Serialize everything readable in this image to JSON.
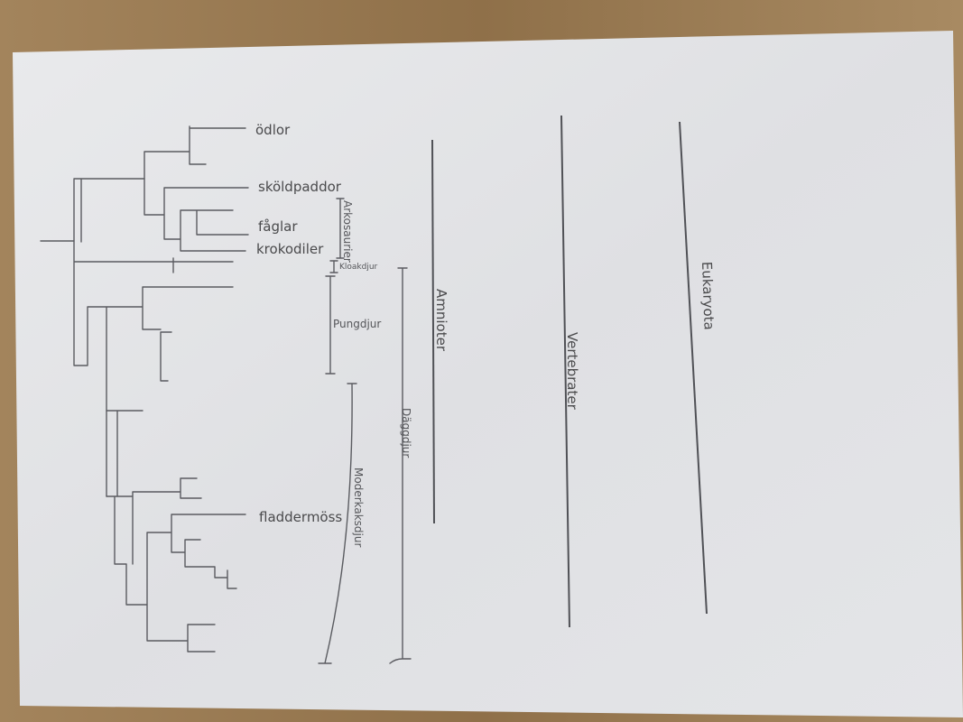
{
  "taxa": {
    "lizards": "ödlor",
    "turtles": "sköldpaddor",
    "birds": "fåglar",
    "crocodiles": "krokodiler",
    "bats": "fladdermöss"
  },
  "clades": {
    "archosaurs": "Arkosaurier",
    "monotremes": "Kloakdjur",
    "marsupials": "Pungdjur",
    "placentals": "Moderkaksdjur",
    "mammals": "Däggdjur",
    "amniotes": "Amnioter",
    "vertebrates": "Vertebrater",
    "eukaryotes": "Eukaryota"
  },
  "colors": {
    "wood": "#9c7d55",
    "paper": "#e6e7e9",
    "pencil": "#505156"
  }
}
